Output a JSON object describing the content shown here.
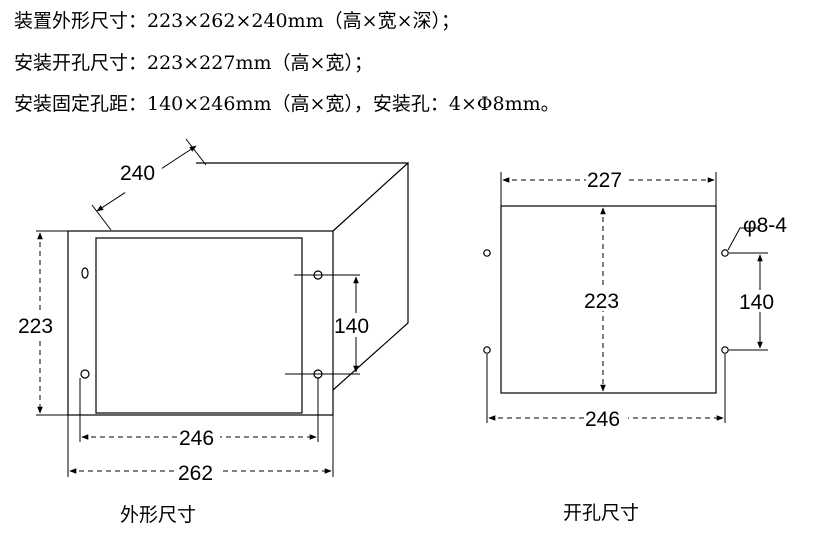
{
  "specs": {
    "line1": "装置外形尺寸：223×262×240mm（高×宽×深）；",
    "line2": "安装开孔尺寸：223×227mm（高×宽）；",
    "line3": "安装固定孔距：140×246mm（高×宽），安装孔：4×Φ8mm。"
  },
  "outline_drawing": {
    "caption": "外形尺寸",
    "depth": "240",
    "height": "223",
    "hole_spacing_v": "140",
    "hole_spacing_h": "246",
    "width": "262"
  },
  "cutout_drawing": {
    "caption": "开孔尺寸",
    "cut_width": "227",
    "cut_height": "223",
    "hole_spec": "φ8-4",
    "hole_spacing_v": "140",
    "hole_spacing_h": "246"
  }
}
